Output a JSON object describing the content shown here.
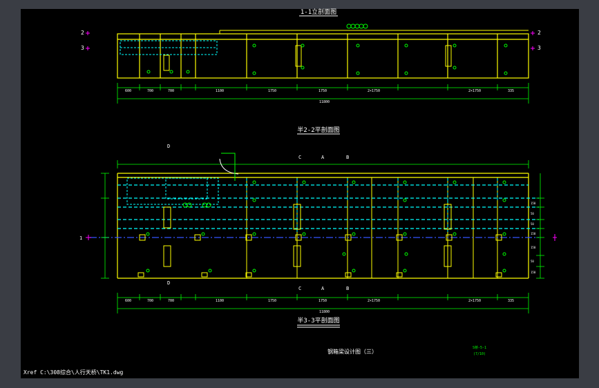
{
  "drawing": {
    "title_section_1": "1-1立剖面图",
    "title_section_2": "半2-2平剖面图",
    "title_section_3": "半3-3平剖面图",
    "sheet_title": "钢箱梁设计图（三）",
    "sheet_code": "S桥-5-1",
    "sheet_page": "(7/10)",
    "xref_path": "Xref C:\\308综合\\人行天桥\\TK1.dwg",
    "dims_bottom": [
      "600",
      "700",
      "700",
      "1100",
      "1750",
      "1750",
      "2×1750",
      "2×1750",
      "335"
    ],
    "total_dim": "11800",
    "section_marks": [
      "1",
      "2",
      "3",
      "D",
      "C",
      "A",
      "B"
    ],
    "row_dims_right": [
      "150",
      "50",
      "50",
      "150",
      "150",
      "50",
      "150"
    ],
    "colors": {
      "background": "#000000",
      "frame": "#3a3d44",
      "yellow": "#ffff00",
      "green": "#00ff00",
      "cyan": "#00ffff",
      "white": "#ffffff",
      "magenta": "#ff00ff",
      "blue": "#0000ff"
    }
  }
}
